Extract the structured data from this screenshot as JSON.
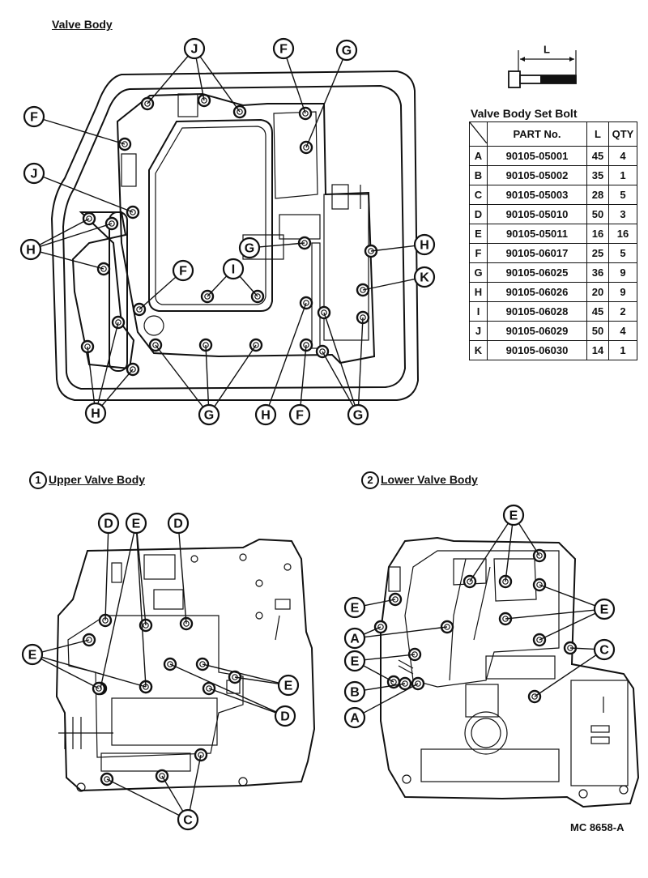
{
  "titles": {
    "valve_body": "Valve Body",
    "upper_num": "1",
    "upper": "Upper Valve Body",
    "lower_num": "2",
    "lower": "Lower Valve Body",
    "table_title": "Valve Body Set Bolt",
    "dimension_label": "L"
  },
  "table": {
    "headers": [
      "PART No.",
      "L",
      "QTY"
    ],
    "rows": [
      {
        "letter": "A",
        "part": "90105-05001",
        "l": "45",
        "qty": "4"
      },
      {
        "letter": "B",
        "part": "90105-05002",
        "l": "35",
        "qty": "1"
      },
      {
        "letter": "C",
        "part": "90105-05003",
        "l": "28",
        "qty": "5"
      },
      {
        "letter": "D",
        "part": "90105-05010",
        "l": "50",
        "qty": "3"
      },
      {
        "letter": "E",
        "part": "90105-05011",
        "l": "16",
        "qty": "16"
      },
      {
        "letter": "F",
        "part": "90105-06017",
        "l": "25",
        "qty": "5"
      },
      {
        "letter": "G",
        "part": "90105-06025",
        "l": "36",
        "qty": "9"
      },
      {
        "letter": "H",
        "part": "90105-06026",
        "l": "20",
        "qty": "9"
      },
      {
        "letter": "I",
        "part": "90105-06028",
        "l": "45",
        "qty": "2"
      },
      {
        "letter": "J",
        "part": "90105-06029",
        "l": "50",
        "qty": "4"
      },
      {
        "letter": "K",
        "part": "90105-06030",
        "l": "14",
        "qty": "1"
      }
    ]
  },
  "callouts": {
    "top": [
      "J",
      "F",
      "G",
      "F",
      "J",
      "H",
      "G",
      "H",
      "F",
      "I",
      "K",
      "H",
      "G",
      "H",
      "F",
      "G"
    ],
    "upper": [
      "D",
      "E",
      "D",
      "E",
      "E",
      "D",
      "C"
    ],
    "lower": [
      "E",
      "E",
      "E",
      "A",
      "C",
      "E",
      "B",
      "A"
    ]
  },
  "ref_code": "MC 8658-A"
}
